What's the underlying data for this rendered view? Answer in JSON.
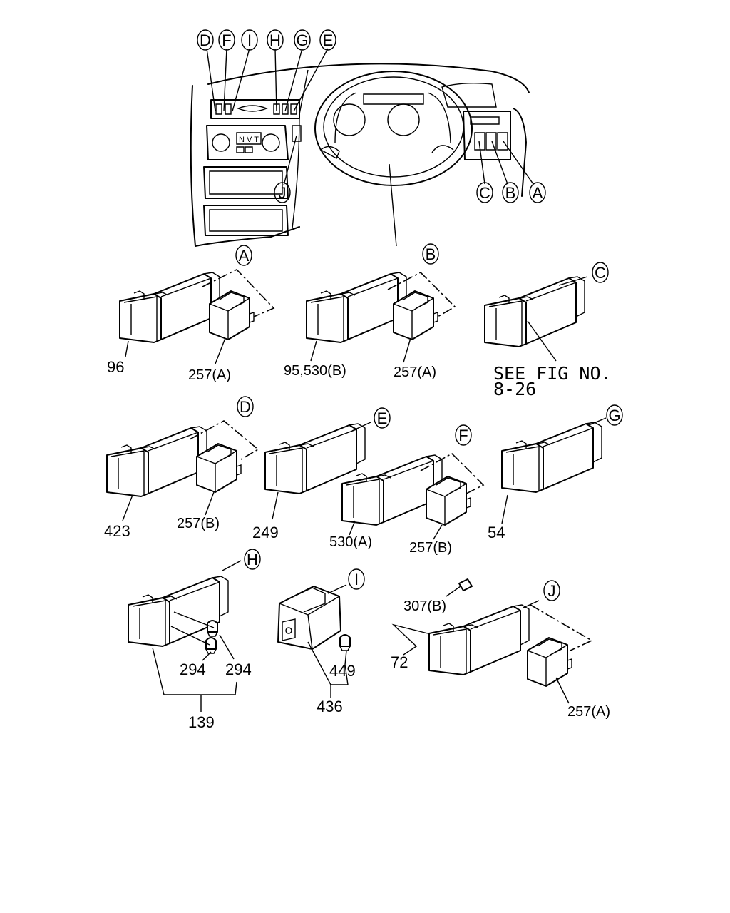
{
  "callout_letters": [
    "A",
    "B",
    "C",
    "D",
    "E",
    "F",
    "G",
    "H",
    "I",
    "J"
  ],
  "dashboard": {
    "top_callouts": [
      "D",
      "F",
      "I",
      "H",
      "G",
      "E"
    ],
    "right_callouts": [
      "C",
      "B",
      "A"
    ],
    "lower_callout": "J",
    "hvac_display": "N V T"
  },
  "groups": {
    "A": {
      "callout": "A",
      "switch_label": "96",
      "cover_label": "257(A)"
    },
    "B": {
      "callout": "B",
      "switch_label": "95,530(B)",
      "cover_label": "257(A)"
    },
    "C": {
      "callout": "C",
      "note_line1": "SEE FIG NO.",
      "note_line2": "8-26"
    },
    "D": {
      "callout": "D",
      "switch_label": "423",
      "cover_label": "257(B)"
    },
    "E": {
      "callout": "E",
      "switch_label": "249"
    },
    "F": {
      "callout": "F",
      "switch_label": "530(A)",
      "cover_label": "257(B)"
    },
    "G": {
      "callout": "G",
      "switch_label": "54"
    },
    "H": {
      "callout": "H",
      "bulb_label_1": "294",
      "bulb_label_2": "294",
      "assembly_label": "139"
    },
    "I": {
      "callout": "I",
      "bulb_label": "449",
      "assembly_label": "436"
    },
    "J": {
      "callout": "J",
      "screw_label": "307(B)",
      "switch_label": "72",
      "cover_label": "257(A)"
    }
  }
}
